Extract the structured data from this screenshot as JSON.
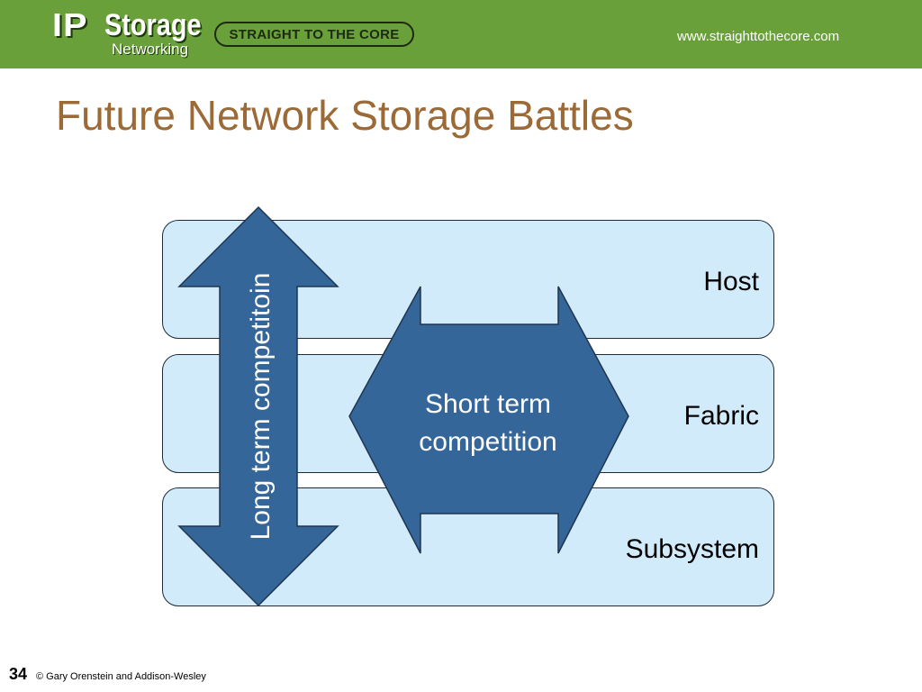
{
  "header": {
    "logo_ip": "IP",
    "logo_storage": "Storage",
    "logo_networking": "Networking",
    "tagline": "STRAIGHT TO THE CORE",
    "url": "www.straighttothecore.com",
    "bg_color": "#6aa03a"
  },
  "title": "Future Network Storage Battles",
  "diagram": {
    "layers": [
      {
        "label": "Host"
      },
      {
        "label": "Fabric"
      },
      {
        "label": "Subsystem"
      }
    ],
    "long_arrow_label": "Long term competitoin",
    "short_arrow_label": "Short term competition",
    "colors": {
      "layer_fill": "#d2ebfb",
      "arrow_fill": "#356699",
      "title_color": "#9b6a36"
    }
  },
  "footer": {
    "page_number": "34",
    "copyright": "© Gary Orenstein and Addison-Wesley"
  }
}
